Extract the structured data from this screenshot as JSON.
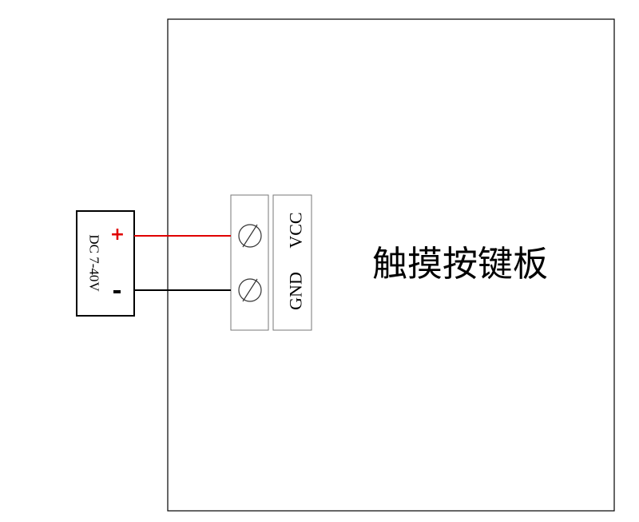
{
  "board": {
    "title": "触摸按键板"
  },
  "terminal_labels": {
    "vcc": "VCC",
    "gnd": "GND"
  },
  "power_supply": {
    "label": "DC 7-40V",
    "plus": "+",
    "minus": "−"
  },
  "colors": {
    "positive_wire": "#e00000",
    "negative_wire": "#000000",
    "plus_sign": "#e00000",
    "outline": "#000000",
    "terminal_outline": "#777777"
  }
}
